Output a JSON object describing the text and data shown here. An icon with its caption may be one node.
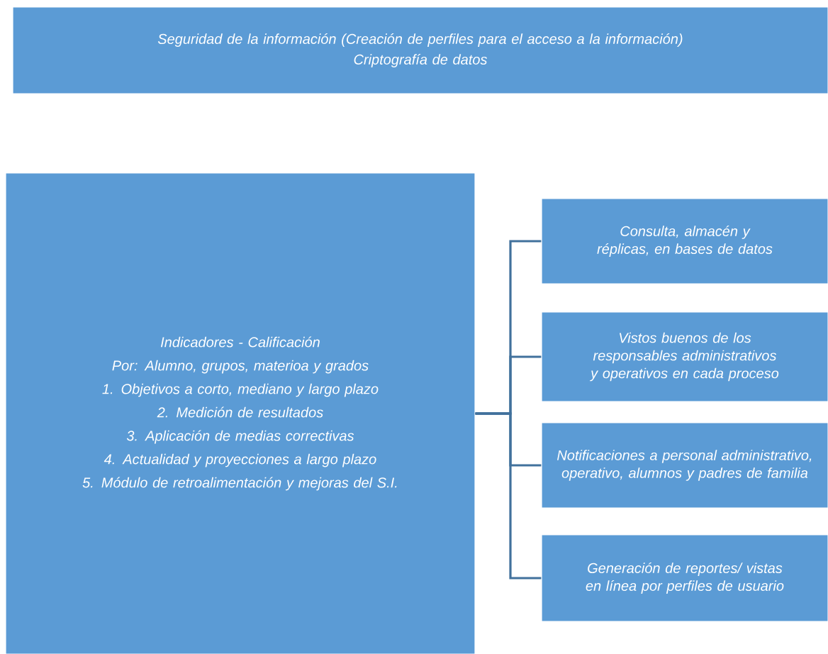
{
  "diagram": {
    "nodes": [
      {
        "text": [
          "Seguridad de la información (Creación de perfiles para el acceso a la información)",
          "Criptografía de datos"
        ]
      },
      {
        "text": [
          "Indicadores - Calificación",
          "Por: Alumno, grupos, materioa y grados",
          "1. Objetivos a corto, mediano y largo plazo",
          "2. Medición de resultados",
          "3. Aplicación de medias correctivas",
          "4. Actualidad y proyecciones a largo plazo",
          "5. Módulo de retroalimentación y mejoras del S.I."
        ]
      },
      {
        "text": [
          "Consulta, almacén y réplicas, en bases de datos"
        ]
      },
      {
        "text": [
          "Vistos buenos de los responsables administrativos y operativos en cada proceso"
        ]
      },
      {
        "text": [
          "Notificaciones a personal administrativo, operativo, alumnos y padres de familia"
        ]
      },
      {
        "text": [
          "Generación de reportes/ vistas en línea por perfiles de usuario"
        ]
      }
    ],
    "edges": [
      {
        "from": 1,
        "to": 2,
        "arrow": "none"
      },
      {
        "from": 1,
        "to": 3,
        "arrow": "none"
      },
      {
        "from": 1,
        "to": 4,
        "arrow": "none"
      },
      {
        "from": 1,
        "to": 5,
        "arrow": "none"
      }
    ]
  }
}
